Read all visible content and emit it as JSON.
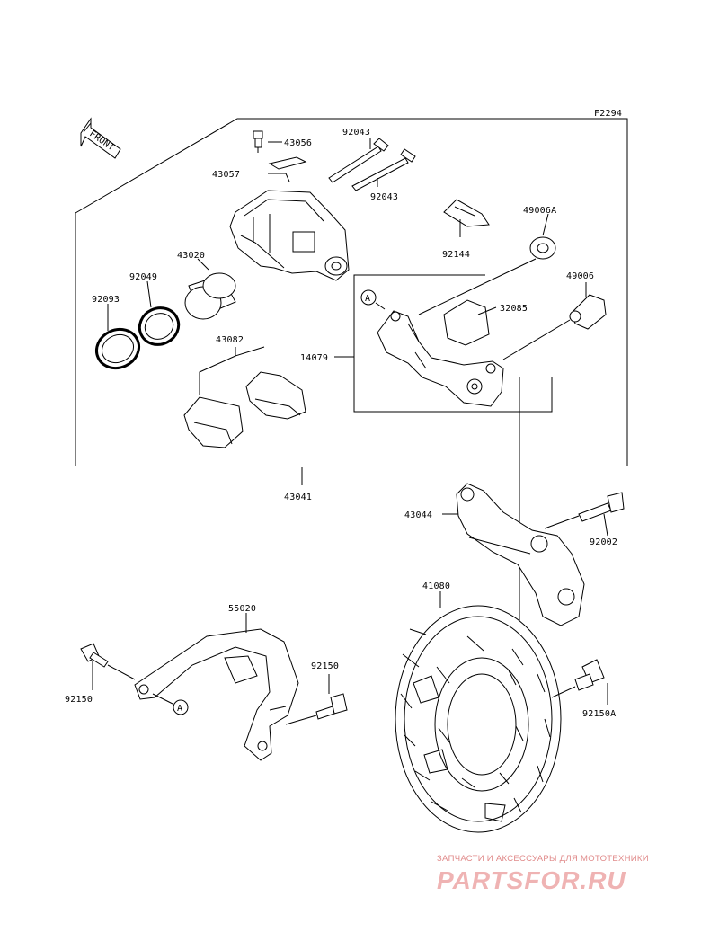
{
  "figure_code": "F2294",
  "front_arrow_text": "FRONT",
  "callout_letter": "A",
  "parts": {
    "p43056": "43056",
    "p43057": "43057",
    "p92043a": "92043",
    "p92043b": "92043",
    "p43020": "43020",
    "p92049": "92049",
    "p92093": "92093",
    "p43082": "43082",
    "p92144": "92144",
    "p49006A": "49006A",
    "p49006": "49006",
    "p32085": "32085",
    "p14079": "14079",
    "p43041": "43041",
    "p43044": "43044",
    "p92002": "92002",
    "p55020": "55020",
    "p41080": "41080",
    "p92150a": "92150",
    "p92150b": "92150",
    "p92150A": "92150A"
  },
  "watermark": {
    "tagline": "ЗАПЧАСТИ И АКСЕССУАРЫ ДЛЯ МОТОТЕХНИКИ",
    "logo": "PARTSFOR.RU"
  },
  "colors": {
    "line": "#000000",
    "watermark": "#e08a8a"
  }
}
